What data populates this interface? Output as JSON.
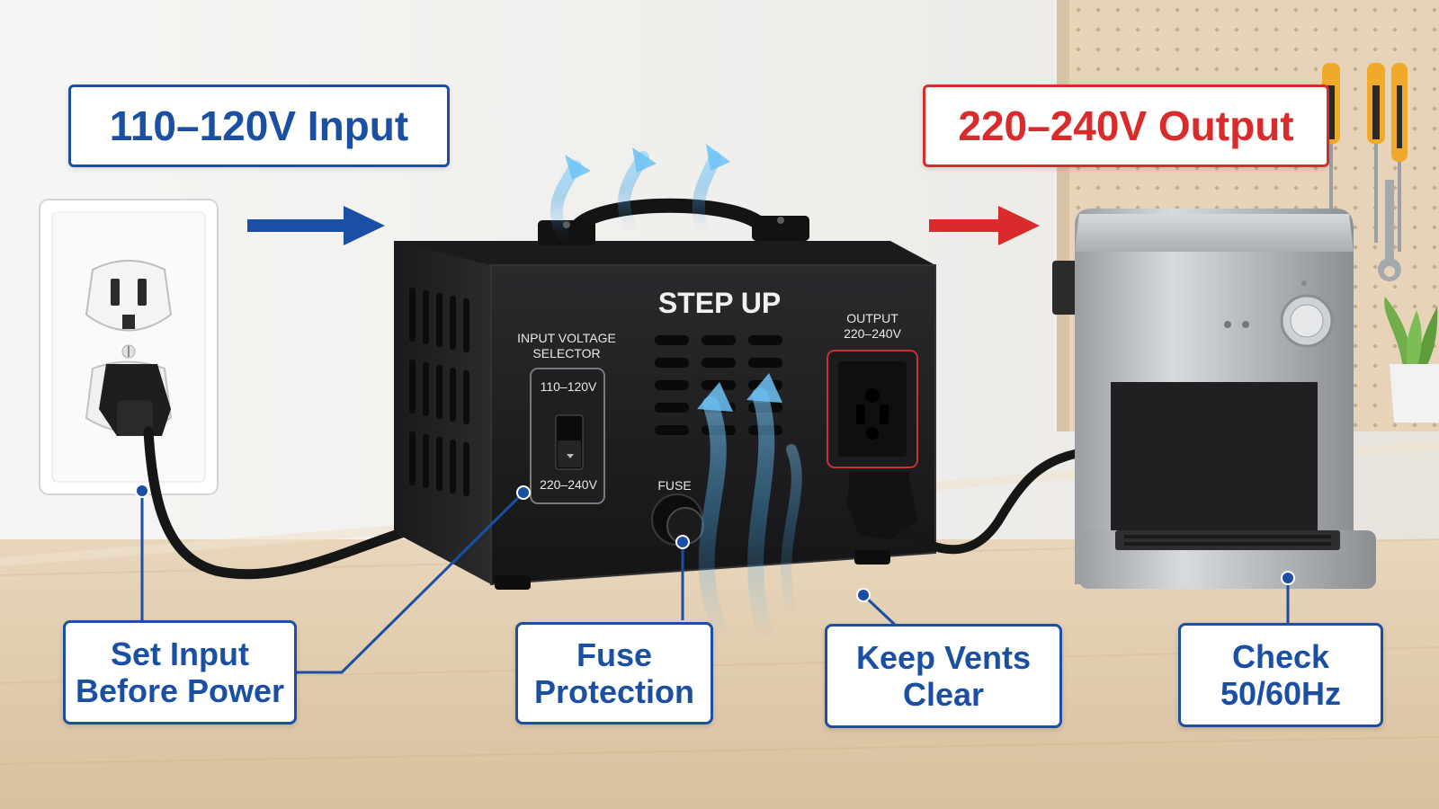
{
  "headers": {
    "input_title": "110–120V Input",
    "output_title": "220–240V Output"
  },
  "device": {
    "brand_label": "STEP UP",
    "selector_label_line1": "INPUT VOLTAGE",
    "selector_label_line2": "SELECTOR",
    "selector_option_low": "110–120V",
    "selector_option_high": "220–240V",
    "fuse_label": "FUSE",
    "output_label_line1": "OUTPUT",
    "output_label_line2": "220–240V"
  },
  "callouts": {
    "set_input": {
      "line1": "Set Input",
      "line2": "Before Power"
    },
    "fuse": {
      "line1": "Fuse",
      "line2": "Protection"
    },
    "vents": {
      "line1": "Keep Vents",
      "line2": "Clear"
    },
    "frequency": {
      "line1": "Check",
      "line2": "50/60Hz"
    }
  },
  "colors": {
    "input_blue": "#1a4fa3",
    "output_red": "#d92b2b",
    "callout_blue": "#1a4fa3",
    "device_black": "#1c1c1e",
    "airflow_blue": "#5cb8f0"
  }
}
